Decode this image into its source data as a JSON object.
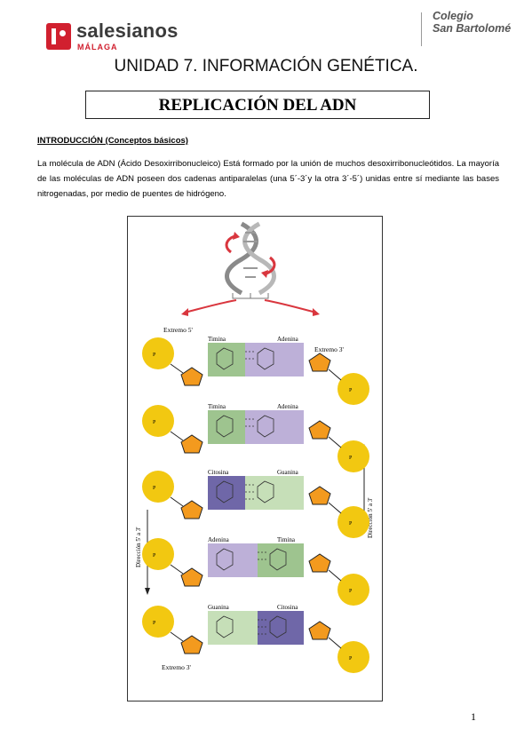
{
  "header": {
    "brand": "salesianos",
    "city": "MÁLAGA",
    "school_line1": "Colegio",
    "school_line2": "San Bartolomé"
  },
  "unit_title": "UNIDAD 7. INFORMACIÓN GENÉTICA.",
  "box_title": "REPLICACIÓN DEL ADN",
  "section_heading": "INTRODUCCIÓN (Conceptos básicos)",
  "intro_text": "La molécula de ADN (Ácido Desoxirribonucleico) Está formado por la unión de muchos desoxirribonucleótidos. La mayoría de las moléculas de ADN poseen dos cadenas antiparalelas (una 5´-3´y la otra 3´-5´) unidas entre sí mediante las bases nitrogenadas, por medio de puentes de hidrógeno.",
  "figure": {
    "end_5_top": "Extremo 5'",
    "end_3_top": "Extremo 3'",
    "end_3_bottom": "Extremo 3'",
    "direction_left": "Dirección 5' a 3'",
    "direction_right": "Dirección 5' a 3'",
    "pairs": [
      {
        "left": "Timina",
        "right": "Adenina"
      },
      {
        "left": "Timina",
        "right": "Adenina"
      },
      {
        "left": "Citosina",
        "right": "Guanina"
      },
      {
        "left": "Adenina",
        "right": "Timina"
      },
      {
        "left": "Guanina",
        "right": "Citosina"
      }
    ],
    "colors": {
      "phosphate": "#f2c811",
      "sugar": "#f39a1e",
      "thymine": "#9ec48f",
      "adenine": "#bdb0d8",
      "cytosine": "#6f67a8",
      "guanine": "#c6dfb8",
      "helix_arrow": "#d9363e"
    }
  },
  "page_number": "1"
}
